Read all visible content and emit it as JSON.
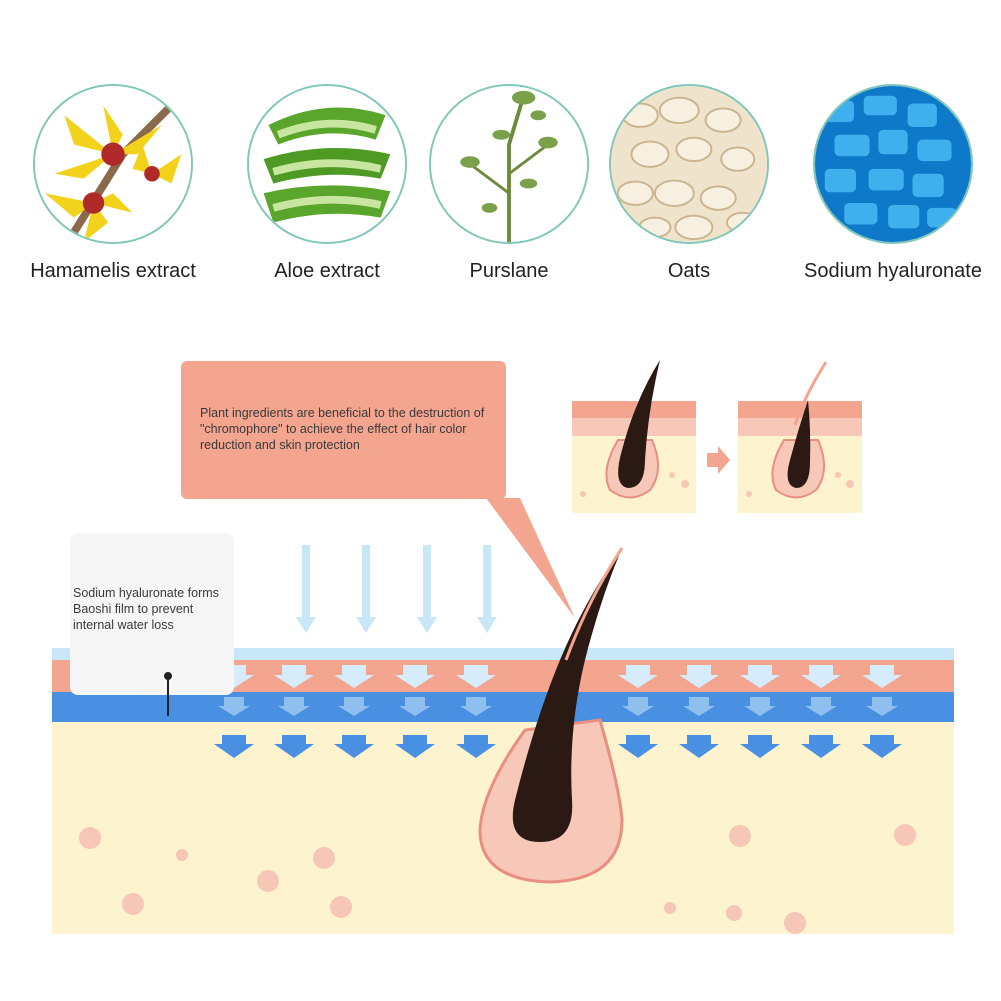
{
  "ingredients": [
    {
      "name": "Hamamelis extract",
      "icon": "witch-hazel-flower-icon"
    },
    {
      "name": "Aloe extract",
      "icon": "aloe-slices-icon"
    },
    {
      "name": "Purslane",
      "icon": "purslane-plant-icon"
    },
    {
      "name": "Oats",
      "icon": "oat-flakes-icon"
    },
    {
      "name": "Sodium hyaluronate",
      "icon": "hyaluronate-crystals-icon"
    }
  ],
  "callouts": {
    "plant": "Plant ingredients are beneficial to the destruction of \"chromophore\" to achieve the effect of hair color reduction and skin protection",
    "hyaluronate": "Sodium hyaluronate forms Baoshi film to prevent internal water loss"
  },
  "colors": {
    "skin_pink": "#f4a590",
    "film_blue": "#c9e8f7",
    "barrier_blue": "#4a90e2",
    "dermis": "#fdf3cf",
    "circle_border": "#7fc7b9"
  }
}
